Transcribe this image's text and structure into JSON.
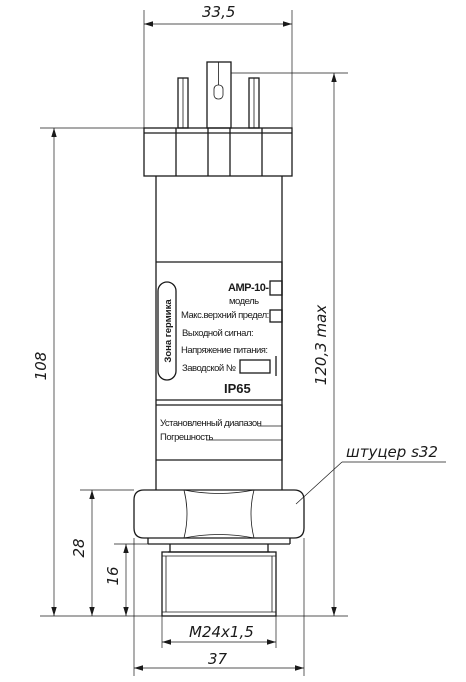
{
  "dimensions": {
    "top_width": "33,5",
    "total_height": "120,3 max",
    "body_height": "108",
    "fitting_height": "28",
    "thread_length": "16",
    "thread": "M24x1,5",
    "hex_width": "37"
  },
  "callout": "штуцер s32",
  "label": {
    "side_band": "Зона гермика",
    "model_prefix": "АМР-10-",
    "model": "модель",
    "max_limit": "Макс.верхний предел:",
    "output_signal": "Выходной  сигнал:",
    "supply_voltage": "Напряжение питания:",
    "serial": "Заводской №",
    "ip_rating": "IP65",
    "range": "Установленный диапазон",
    "accuracy": "Погрешность"
  }
}
